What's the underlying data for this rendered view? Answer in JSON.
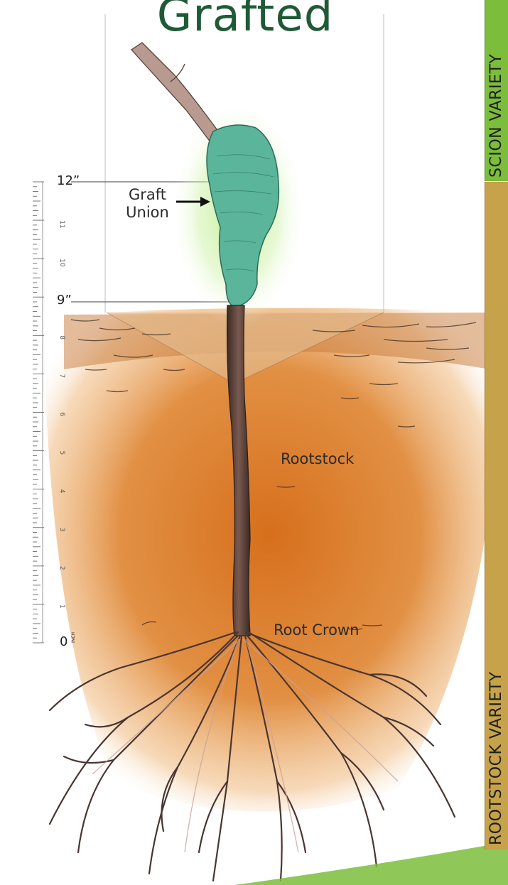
{
  "title": "Grafted",
  "labels": {
    "graft_union_line1": "Graft",
    "graft_union_line2": "Union",
    "rootstock": "Rootstock",
    "root_crown": "Root Crown"
  },
  "side_bar": {
    "scion_label": "SCION VARIETY",
    "rootstock_label": "ROOTSTOCK VARIETY",
    "scion_color": "#7cbd3c",
    "rootstock_color": "#c6a24a"
  },
  "ruler": {
    "mark_12": "12”",
    "mark_9": "9”",
    "mark_0": "0",
    "unit": "INCH",
    "small_numbers": [
      "11",
      "10",
      "8",
      "7",
      "6",
      "5",
      "4",
      "3",
      "2",
      "1"
    ]
  },
  "colors": {
    "title": "#1f5a36",
    "soil": "#d2782a",
    "graft_wrap": "#5ab59a",
    "graft_glow": "#a8e07a",
    "stem": "#5a4038"
  }
}
